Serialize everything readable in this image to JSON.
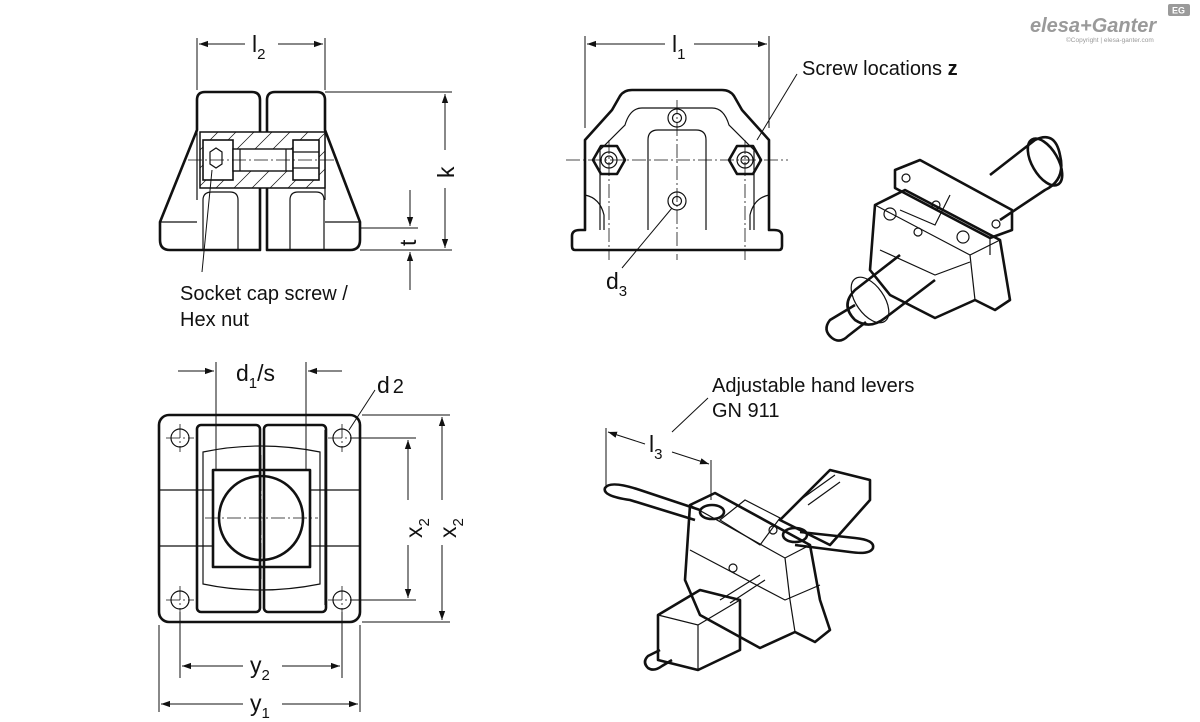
{
  "brand": {
    "name": "elesa+Ganter",
    "copyright": "©Copyright | elesa-ganter.com",
    "badge": "EG"
  },
  "labels": {
    "l2_main": "l",
    "l2_sub": "2",
    "l1_main": "l",
    "l1_sub": "1",
    "k": "k",
    "t": "t",
    "socket_line1": "Socket cap screw /",
    "socket_line2": "Hex nut",
    "screw_locations": "Screw locations",
    "screw_locations_z": "z",
    "d3_main": "d",
    "d3_sub": "3",
    "d1s_main": "d",
    "d1s_sub": "1",
    "d1s_tail": "/s",
    "d2_main": "d",
    "d2_sub": "2",
    "x2_left_main": "x",
    "x2_left_sub": "2",
    "x2_right_main": "x",
    "x2_right_sub": "2",
    "y2_main": "y",
    "y2_sub": "2",
    "y1_main": "y",
    "y1_sub": "1",
    "levers_line1": "Adjustable hand levers",
    "levers_line2": "GN 911",
    "l3_main": "l",
    "l3_sub": "3"
  }
}
